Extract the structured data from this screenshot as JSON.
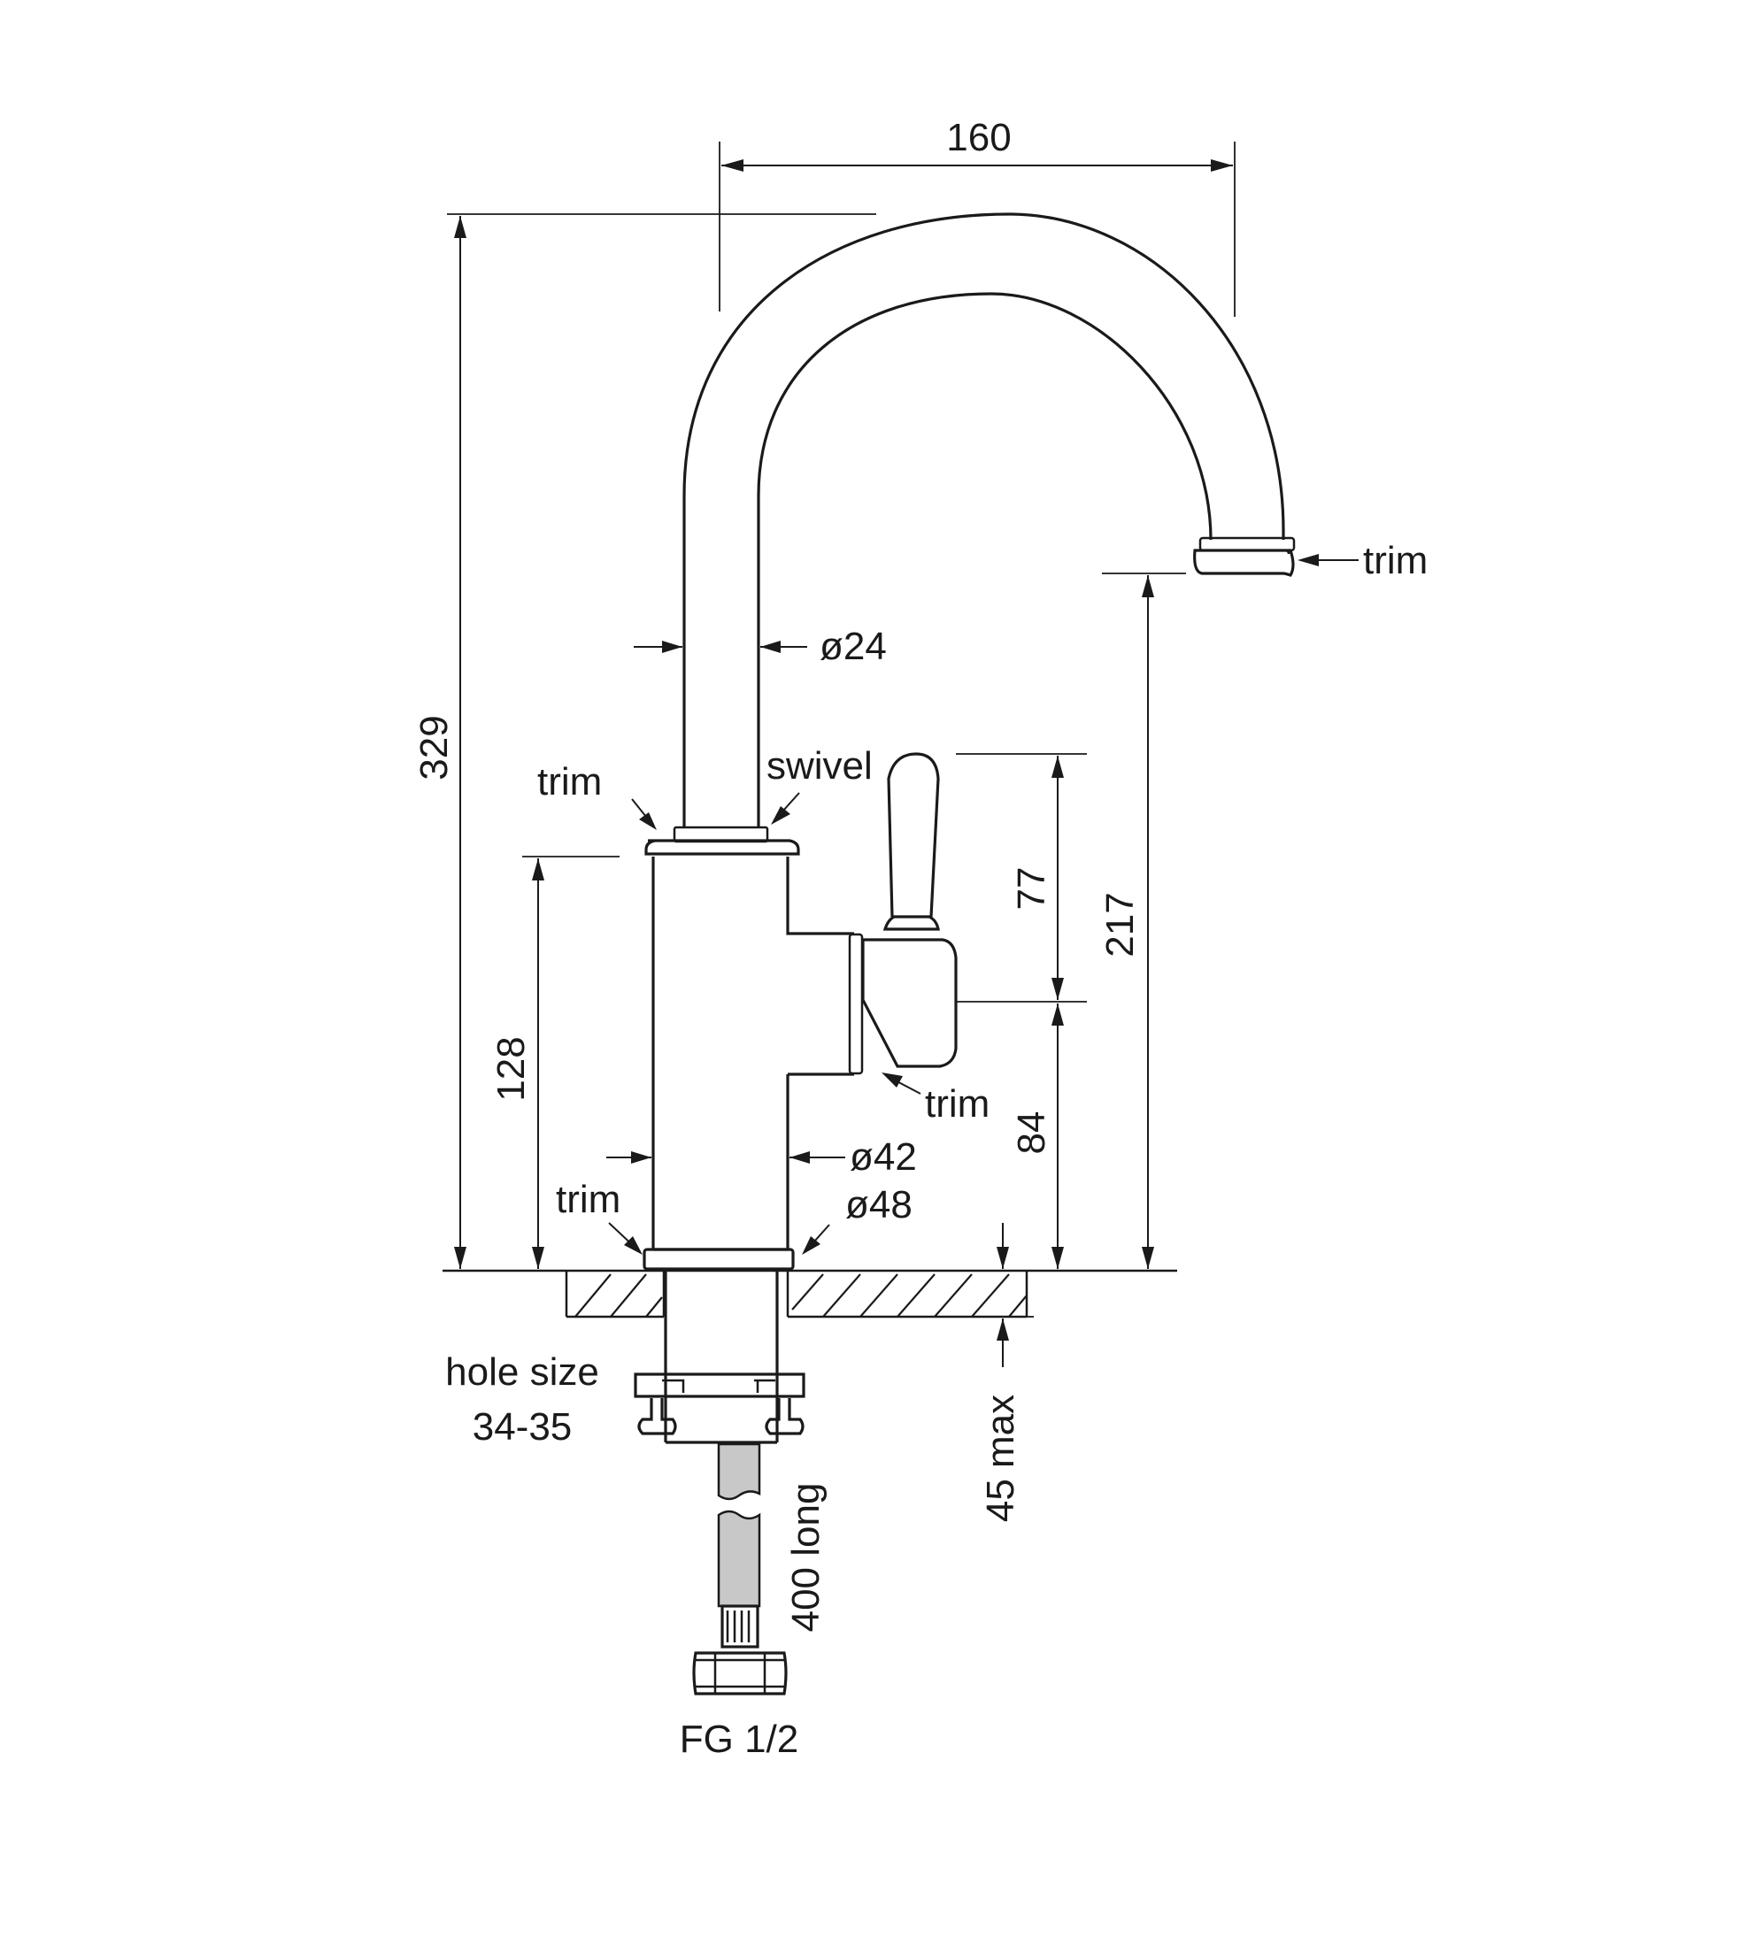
{
  "dimensions": {
    "spout_reach": "160",
    "overall_height": "329",
    "spout_outlet_height": "217",
    "body_height": "128",
    "lever_height": "77",
    "lever_base_height": "84",
    "max_bench_thickness": "45 max",
    "spout_diameter": "ø24",
    "body_diameter": "ø42",
    "base_diameter": "ø48",
    "hole_size_line1": "hole size",
    "hole_size_line2": "34-35",
    "hose_length": "400 long",
    "connection": "FG 1/2"
  },
  "callouts": {
    "outlet_trim": "trim",
    "swivel_trim": "trim",
    "swivel": "swivel",
    "lever_trim": "trim",
    "base_trim": "trim"
  }
}
